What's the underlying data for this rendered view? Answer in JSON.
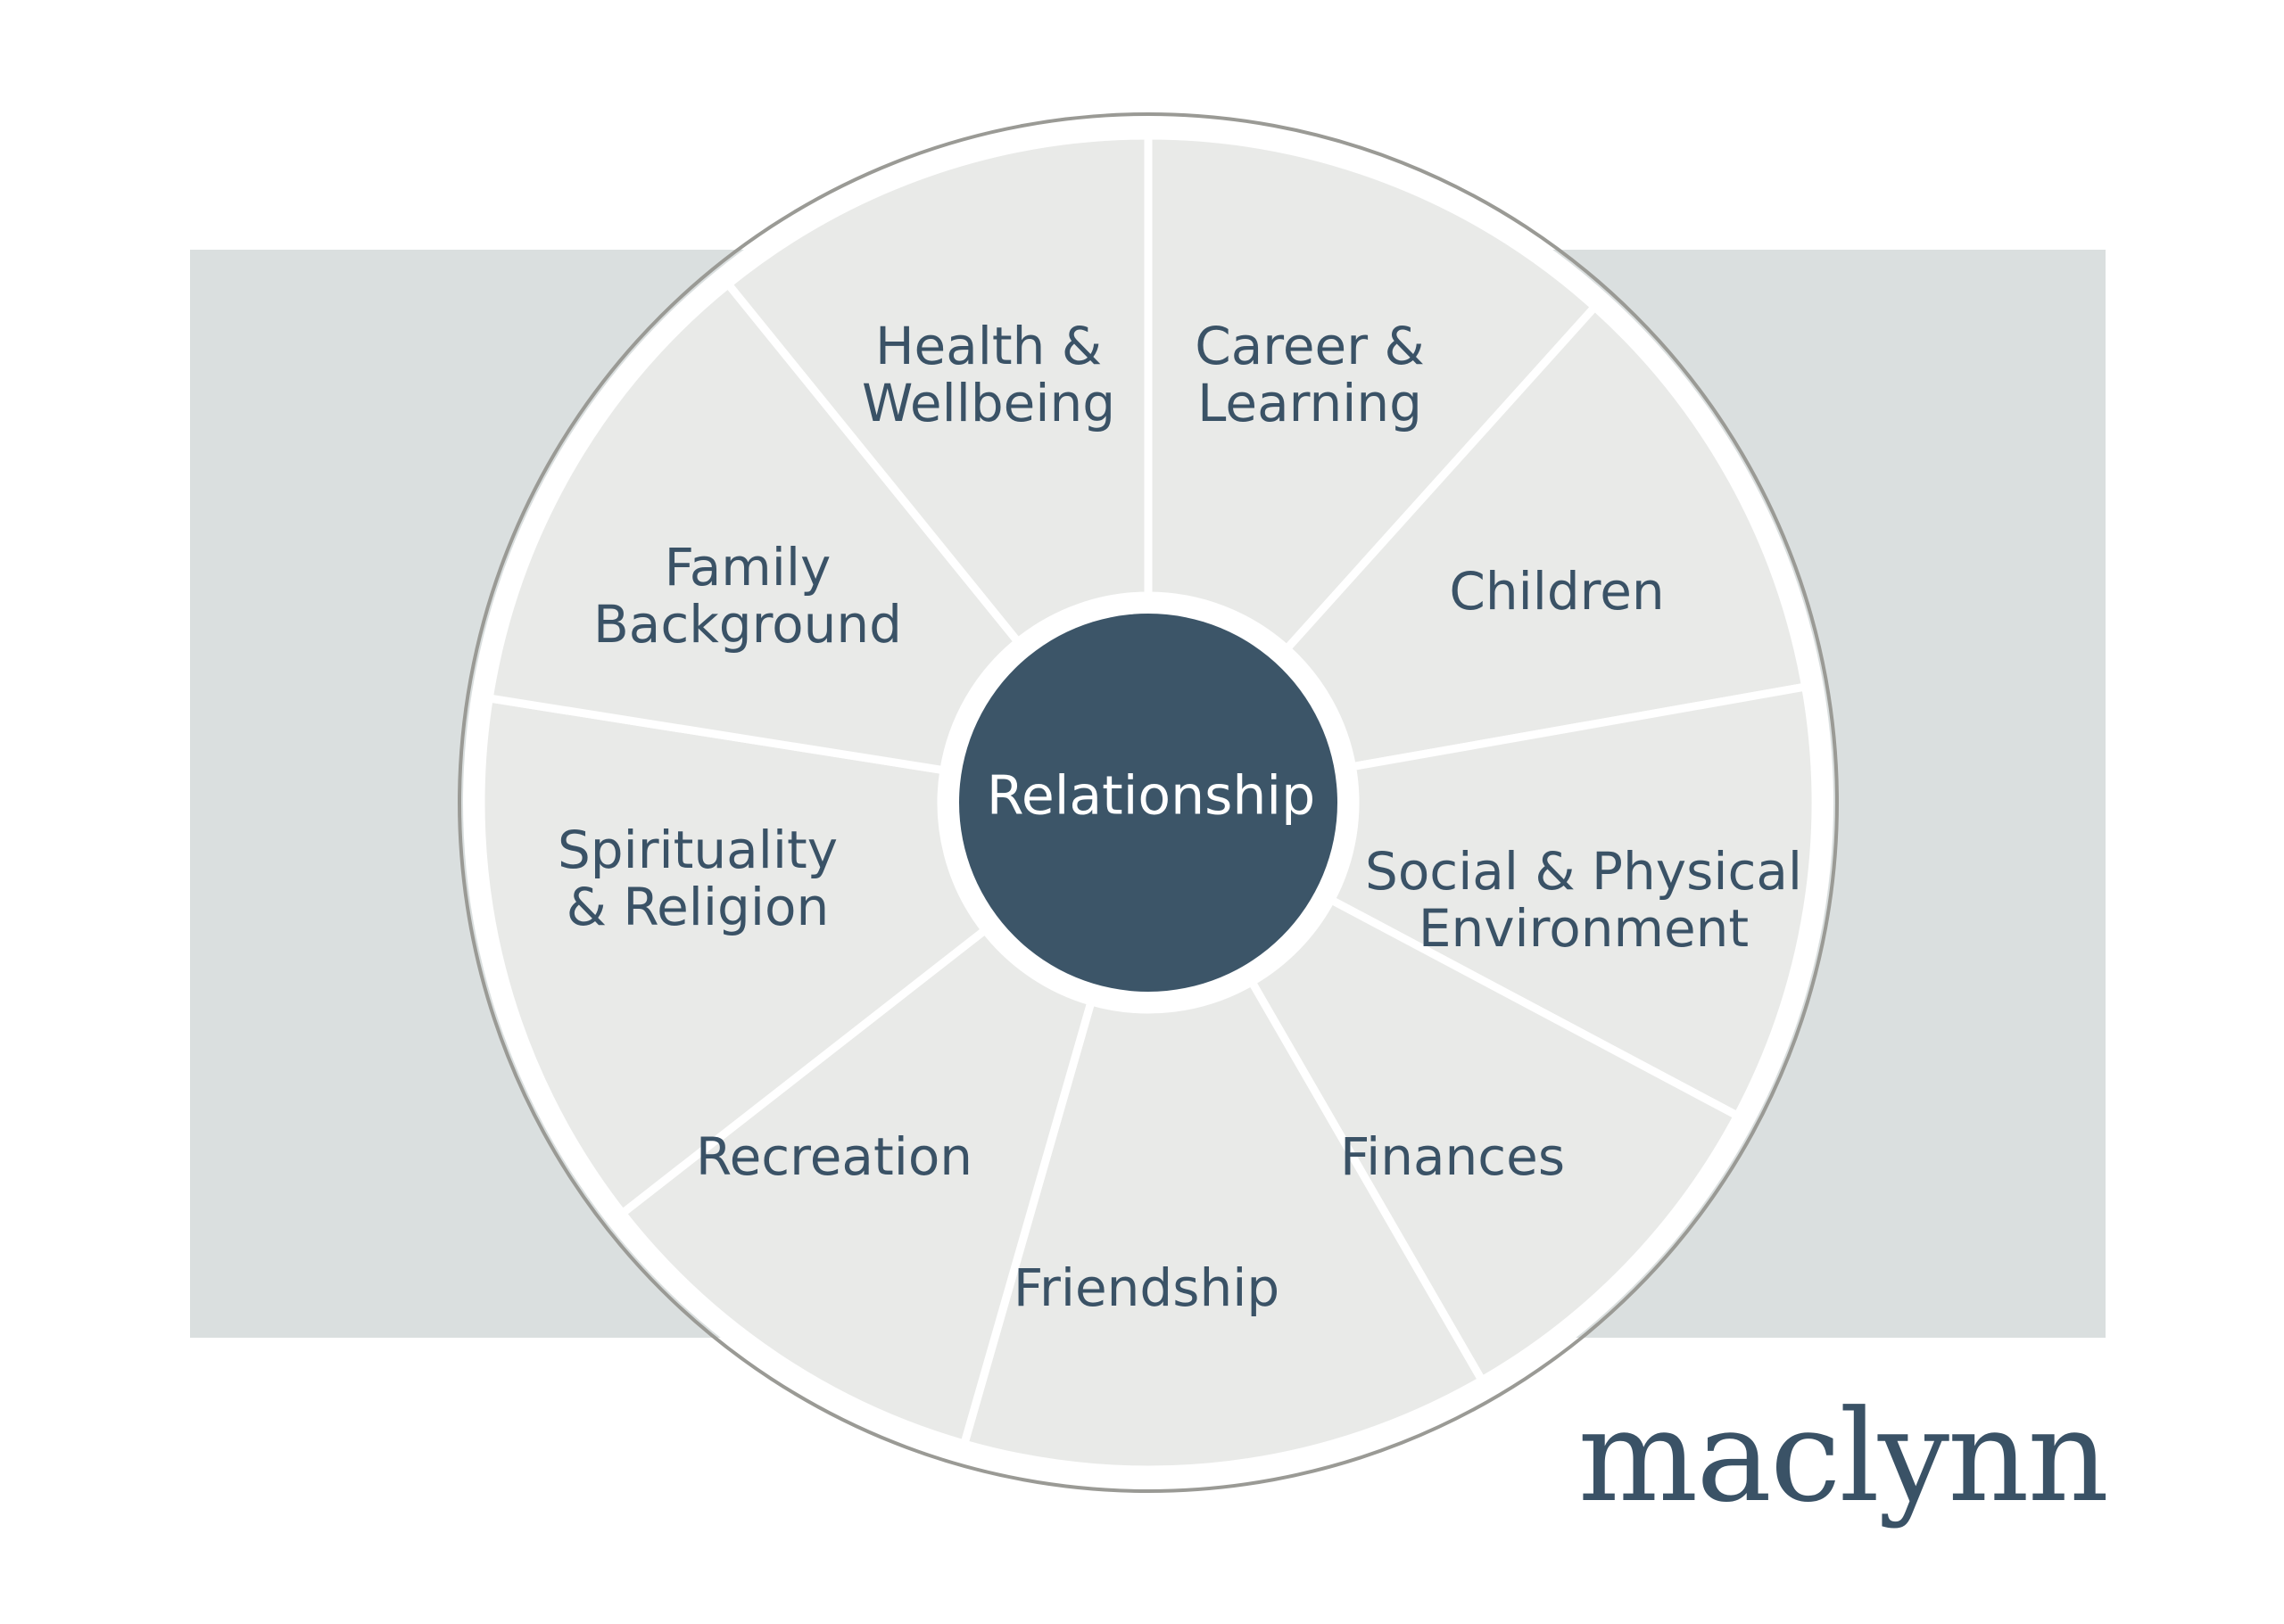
{
  "wheel": {
    "center_label": "Relationship",
    "segments": [
      {
        "lines": [
          "Health &",
          "Wellbeing"
        ]
      },
      {
        "lines": [
          "Career &",
          "Learning"
        ]
      },
      {
        "lines": [
          "Children"
        ]
      },
      {
        "lines": [
          "Social & Physical",
          "Environment"
        ]
      },
      {
        "lines": [
          "Finances"
        ]
      },
      {
        "lines": [
          "Friendship"
        ]
      },
      {
        "lines": [
          "Recreation"
        ]
      },
      {
        "lines": [
          "Spirituality",
          "& Religion"
        ]
      },
      {
        "lines": [
          "Family",
          "Background"
        ]
      }
    ]
  },
  "brand": {
    "name": "maclynn"
  },
  "colors": {
    "page_background": "#ffffff",
    "band": "#dadfdf",
    "segment_fill": "#e9eae8",
    "separator": "#ffffff",
    "outer_ring": "#9a9a95",
    "hub": "#3c5568",
    "hub_text": "#ffffff",
    "text": "#3a5266",
    "brand_text": "#3a5266"
  }
}
